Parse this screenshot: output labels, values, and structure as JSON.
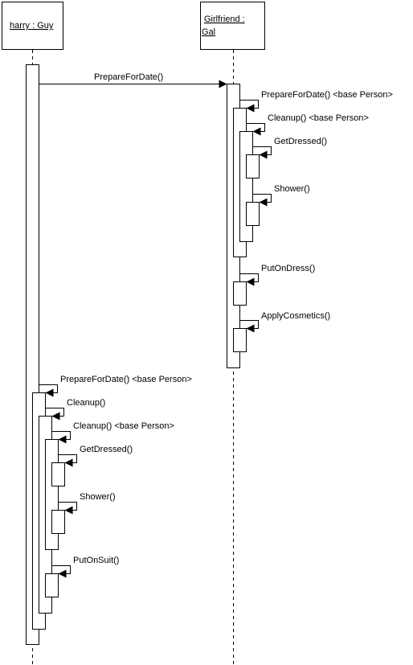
{
  "diagram": {
    "participants": {
      "harry": {
        "label": "harry : Guy"
      },
      "girlfriend": {
        "label_line1": "Girlfriend :",
        "label_line2": "Gal"
      }
    },
    "messages": {
      "m1": "PrepareForDate()",
      "m2": "PrepareForDate() <base Person>",
      "m3": "Cleanup() <base Person>",
      "m4": "GetDressed()",
      "m5": "Shower()",
      "m6": "PutOnDress()",
      "m7": "ApplyCosmetics()",
      "m8": "PrepareForDate() <base Person>",
      "m9": "Cleanup()",
      "m10": "Cleanup() <base Person>",
      "m11": "GetDressed()",
      "m12": "Shower()",
      "m13": "PutOnSuit()"
    }
  }
}
